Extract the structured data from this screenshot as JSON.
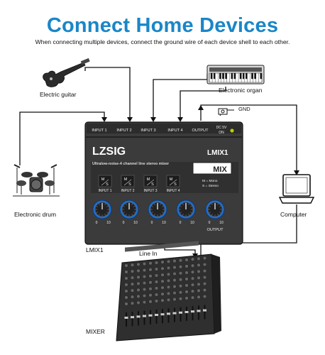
{
  "title": "Connect Home Devices",
  "subtitle": "When connecting multiple devices, connect the ground wire of each device shell to each other.",
  "devices": {
    "guitar": "Electric guitar",
    "organ": "Electronic organ",
    "drum": "Electronic drum",
    "computer": "Computer",
    "lmix_label": "LMIX1",
    "mixer": "MIXER"
  },
  "wiring": {
    "gnd": "GND",
    "line_in": "Line In"
  },
  "panel": {
    "inputs": [
      "INPUT 1",
      "INPUT 2",
      "INPUT 3",
      "INPUT 4"
    ],
    "output": "OUTPUT",
    "dc": "DC 5V",
    "dc_on": "ON",
    "brand": "LZSIG",
    "model": "LMIX1",
    "tagline": "Ultralow-noise-4 channel line stereo mixer",
    "logo": "MIX",
    "ms_top": "M",
    "ms_bottom": "S",
    "mode_mono": "M = Mono",
    "mode_stereo": "S = Stereo",
    "knob_labels": [
      "INPUT 1",
      "INPUT 2",
      "INPUT 3",
      "INPUT 4",
      "OUTPUT"
    ],
    "scale_min": "0",
    "scale_max": "10"
  }
}
